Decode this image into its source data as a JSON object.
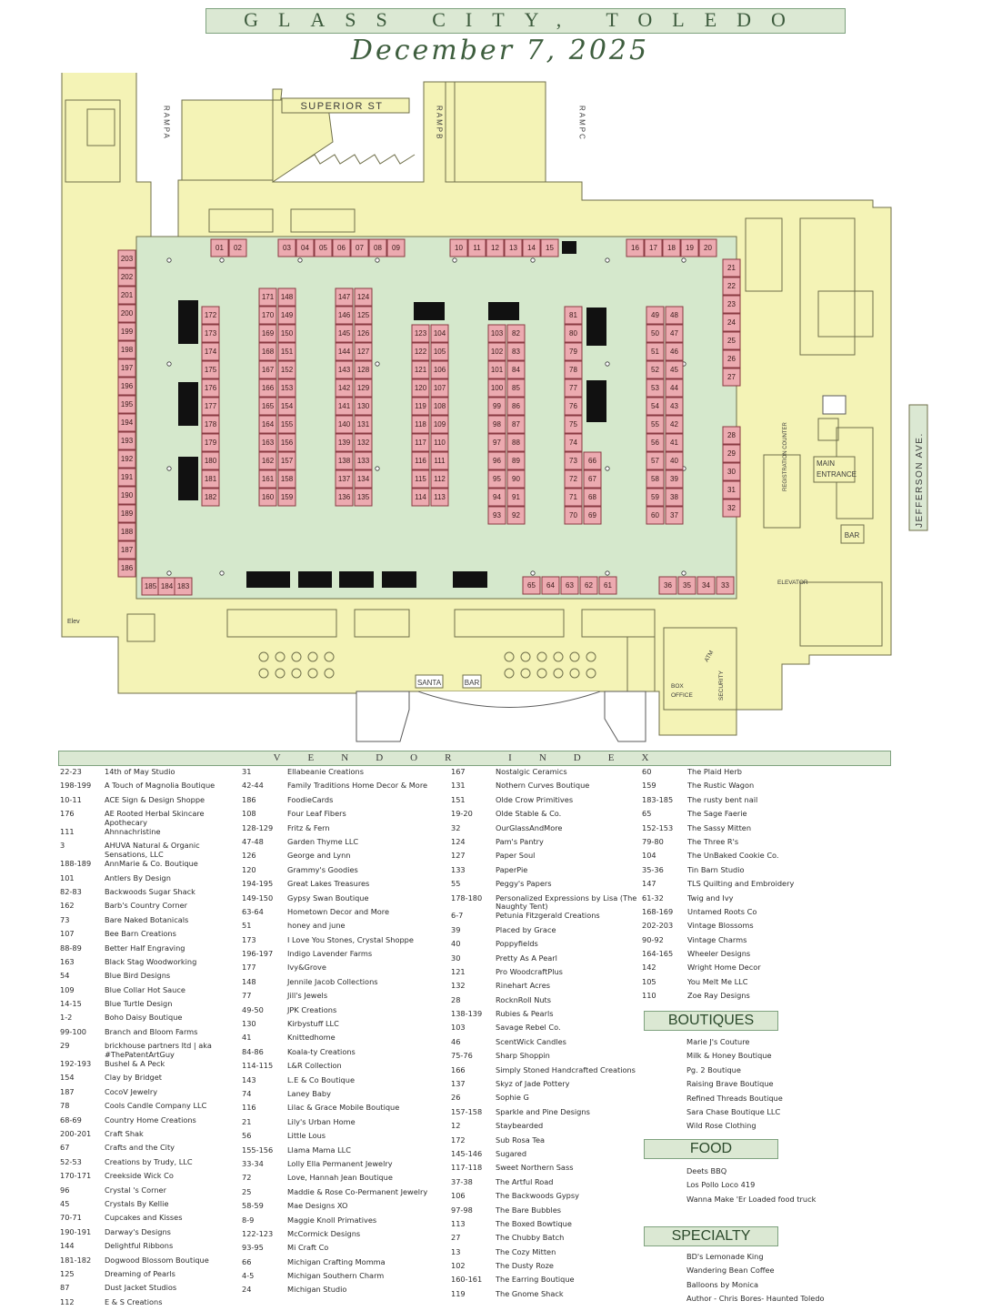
{
  "header": {
    "city": "GLASS CITY, TOLEDO",
    "date": "December 7, 2025"
  },
  "map": {
    "streets": {
      "superior": "SUPERIOR ST",
      "jefferson": "JEFFERSON AVE."
    },
    "ramps": {
      "a": "RAMPA",
      "b": "RAMPB",
      "c": "RAMPC"
    },
    "labels": {
      "registration": "REGISTRATION COUNTER",
      "main_entrance_1": "MAIN",
      "main_entrance_2": "ENTRANCE",
      "bar": "BAR",
      "elevator": "ELEVATOR",
      "elev": "Elev",
      "santa": "SANTA",
      "bar2": "BAR",
      "box_office_1": "BOX",
      "box_office_2": "OFFICE",
      "atm": "ATM",
      "security": "SECURITY"
    },
    "booths": {
      "top_left": [
        "01",
        "02"
      ],
      "top_mid": [
        "03",
        "04",
        "05",
        "06",
        "07",
        "08",
        "09"
      ],
      "top_right": [
        "10",
        "11",
        "12",
        "13",
        "14",
        "15"
      ],
      "top_far": [
        "16",
        "17",
        "18",
        "19",
        "20"
      ],
      "right_col_a": [
        "21",
        "22",
        "23",
        "24",
        "25",
        "26",
        "27"
      ],
      "right_col_b": [
        "28",
        "29",
        "30",
        "31",
        "32"
      ],
      "bottom_right": [
        "36",
        "35",
        "34",
        "33"
      ],
      "bottom_mid": [
        "65",
        "64",
        "63",
        "62",
        "61"
      ],
      "bottom_left": [
        "185",
        "184",
        "183"
      ],
      "left_col": [
        "203",
        "202",
        "201",
        "200",
        "199",
        "198",
        "197",
        "196",
        "195",
        "194",
        "193",
        "192",
        "191",
        "190",
        "189",
        "188",
        "187",
        "186"
      ],
      "row_a": [
        "172",
        "173",
        "174",
        "175",
        "176",
        "177",
        "178",
        "179",
        "180",
        "181",
        "182"
      ],
      "row_b_left": [
        "171",
        "170",
        "169",
        "168",
        "167",
        "166",
        "165",
        "164",
        "163",
        "162",
        "161",
        "160"
      ],
      "row_b_right": [
        "148",
        "149",
        "150",
        "151",
        "152",
        "153",
        "154",
        "155",
        "156",
        "157",
        "158",
        "159"
      ],
      "row_c_left": [
        "147",
        "146",
        "145",
        "144",
        "143",
        "142",
        "141",
        "140",
        "139",
        "138",
        "137",
        "136"
      ],
      "row_c_right": [
        "124",
        "125",
        "126",
        "127",
        "128",
        "129",
        "130",
        "131",
        "132",
        "133",
        "134",
        "135"
      ],
      "row_d_left": [
        "123",
        "122",
        "121",
        "120",
        "119",
        "118",
        "117",
        "116",
        "115",
        "114"
      ],
      "row_d_right": [
        "104",
        "105",
        "106",
        "107",
        "108",
        "109",
        "110",
        "111",
        "112",
        "113"
      ],
      "row_e_left": [
        "103",
        "102",
        "101",
        "100",
        "99",
        "98",
        "97",
        "96",
        "95",
        "94",
        "93"
      ],
      "row_e_right": [
        "82",
        "83",
        "84",
        "85",
        "86",
        "87",
        "88",
        "89",
        "90",
        "91",
        "92"
      ],
      "row_f": [
        "81",
        "80",
        "79",
        "78",
        "77",
        "76",
        "75",
        "74",
        "73",
        "72",
        "71",
        "70"
      ],
      "row_f_extra": [
        "66",
        "67",
        "68",
        "69"
      ],
      "row_g_left": [
        "49",
        "50",
        "51",
        "52",
        "53",
        "55",
        "56",
        "57",
        "58",
        "59",
        "60"
      ],
      "row_g_left_ids": [
        "49",
        "50",
        "51",
        "52",
        "53",
        "55",
        "56",
        "57",
        "58",
        "59",
        "60"
      ],
      "row_g_right": [
        "48",
        "47",
        "46",
        "45",
        "44",
        "43",
        "42",
        "41",
        "40",
        "39",
        "38",
        "37"
      ],
      "row_g_left_full": [
        "49",
        "50",
        "51",
        "52",
        "53",
        "54",
        "55",
        "56",
        "57",
        "58",
        "59",
        "60"
      ]
    }
  },
  "vendor_index": {
    "title": "VENDOR INDEX",
    "col1": [
      [
        "22-23",
        "14th of May Studio"
      ],
      [
        "198-199",
        "A Touch of Magnolia Boutique"
      ],
      [
        "10-11",
        "ACE Sign & Design Shoppe"
      ],
      [
        "176",
        "AE Rooted Herbal Skincare Apothecary"
      ],
      [
        "111",
        "Ahnnachristine"
      ],
      [
        "3",
        "AHUVA Natural & Organic Sensations, LLC"
      ],
      [
        "188-189",
        "AnnMarie & Co. Boutique"
      ],
      [
        "101",
        "Antlers By Design"
      ],
      [
        "82-83",
        "Backwoods Sugar Shack"
      ],
      [
        "162",
        "Barb's Country Corner"
      ],
      [
        "73",
        "Bare Naked Botanicals"
      ],
      [
        "107",
        "Bee Barn Creations"
      ],
      [
        "88-89",
        "Better Half Engraving"
      ],
      [
        "163",
        "Black Stag Woodworking"
      ],
      [
        "54",
        "Blue Bird Designs"
      ],
      [
        "109",
        "Blue Collar Hot Sauce"
      ],
      [
        "14-15",
        "Blue Turtle Design"
      ],
      [
        "1-2",
        "Boho Daisy Boutique"
      ],
      [
        "99-100",
        "Branch and Bloom Farms"
      ],
      [
        "29",
        "brickhouse partners ltd | aka #ThePatentArtGuy"
      ],
      [
        "192-193",
        "Bushel & A Peck"
      ],
      [
        "154",
        "Clay by Bridget"
      ],
      [
        "187",
        "CocoV Jewelry"
      ],
      [
        "78",
        "Cools Candle Company LLC"
      ],
      [
        "68-69",
        "Country Home Creations"
      ],
      [
        "200-201",
        "Craft Shak"
      ],
      [
        "67",
        "Crafts and the City"
      ],
      [
        "52-53",
        "Creations  by Trudy, LLC"
      ],
      [
        "170-171",
        "Creekside Wick Co"
      ],
      [
        "96",
        "Crystal 's Corner"
      ],
      [
        "45",
        "Crystals By Kellie"
      ],
      [
        "70-71",
        "Cupcakes and Kisses"
      ],
      [
        "190-191",
        "Darway's Designs"
      ],
      [
        "144",
        "Delightful Ribbons"
      ],
      [
        "181-182",
        "Dogwood Blossom Boutique"
      ],
      [
        "125",
        "Dreaming of Pearls"
      ],
      [
        "87",
        "Dust Jacket Studios"
      ],
      [
        "112",
        "E & S Creations"
      ]
    ],
    "col2": [
      [
        "31",
        "Ellabeanie Creations"
      ],
      [
        "42-44",
        "Family Traditions Home Decor & More"
      ],
      [
        "186",
        "FoodieCards"
      ],
      [
        "108",
        "Four Leaf Fibers"
      ],
      [
        "128-129",
        "Fritz & Fern"
      ],
      [
        "47-48",
        "Garden Thyme  LLC"
      ],
      [
        "126",
        "George and Lynn"
      ],
      [
        "120",
        "Grammy's Goodies"
      ],
      [
        "194-195",
        "Great Lakes Treasures"
      ],
      [
        "149-150",
        "Gypsy Swan Boutique"
      ],
      [
        "63-64",
        "Hometown Decor and More"
      ],
      [
        "51",
        "honey and june"
      ],
      [
        "173",
        "I Love You Stones, Crystal Shoppe"
      ],
      [
        "196-197",
        "Indigo Lavender Farms"
      ],
      [
        "177",
        "Ivy&Grove"
      ],
      [
        "148",
        "Jennile Jacob Collections"
      ],
      [
        "77",
        "Jill's Jewels"
      ],
      [
        "49-50",
        "JPK Creations"
      ],
      [
        "130",
        "Kirbystuff LLC"
      ],
      [
        "41",
        "Knittedhome"
      ],
      [
        "84-86",
        "Koala-ty Creations"
      ],
      [
        "114-115",
        "L&R Collection"
      ],
      [
        "143",
        "L.E & Co Boutique"
      ],
      [
        "74",
        "Laney Baby"
      ],
      [
        "116",
        "Lilac & Grace Mobile Boutique"
      ],
      [
        "21",
        "Lily's Urban Home"
      ],
      [
        "56",
        "Little Lous"
      ],
      [
        "155-156",
        "Llama Mama LLC"
      ],
      [
        "33-34",
        "Lolly Ella Permanent Jewelry"
      ],
      [
        "72",
        "Love, Hannah Jean Boutique"
      ],
      [
        "25",
        "Maddie & Rose Co-Permanent Jewelry"
      ],
      [
        "58-59",
        "Mae Designs XO"
      ],
      [
        "8-9",
        "Maggie Knoll Primatives"
      ],
      [
        "122-123",
        "McCormick Designs"
      ],
      [
        "93-95",
        "Mi Craft Co"
      ],
      [
        "66",
        "Michigan Crafting Momma"
      ],
      [
        "4-5",
        "Michigan Southern Charm"
      ],
      [
        "24",
        "Michigan Studio"
      ]
    ],
    "col3": [
      [
        "167",
        "Nostalgic Ceramics"
      ],
      [
        "131",
        "Nothern Curves Boutique"
      ],
      [
        "151",
        "Olde Crow Primitives"
      ],
      [
        "19-20",
        "Olde Stable & Co."
      ],
      [
        "32",
        "OurGlassAndMore"
      ],
      [
        "124",
        "Pam's Pantry"
      ],
      [
        "127",
        "Paper Soul"
      ],
      [
        "133",
        "PaperPie"
      ],
      [
        "55",
        "Peggy's Papers"
      ],
      [
        "178-180",
        "Personalized Expressions by Lisa (The Naughty Tent)"
      ],
      [
        "6-7",
        "Petunia Fitzgerald Creations"
      ],
      [
        "39",
        "Placed by Grace"
      ],
      [
        "40",
        "Poppyfields"
      ],
      [
        "30",
        "Pretty As A Pearl"
      ],
      [
        "121",
        "Pro WoodcraftPlus"
      ],
      [
        "132",
        "Rinehart Acres"
      ],
      [
        "28",
        "RocknRoll Nuts"
      ],
      [
        "138-139",
        "Rubies & Pearls"
      ],
      [
        "103",
        "Savage Rebel Co."
      ],
      [
        "46",
        "ScentWick Candles"
      ],
      [
        "75-76",
        "Sharp Shoppin"
      ],
      [
        "166",
        "Simply Stoned Handcrafted Creations"
      ],
      [
        "137",
        "Skyz of Jade Pottery"
      ],
      [
        "26",
        "Sophie G"
      ],
      [
        "157-158",
        "Sparkle and Pine Designs"
      ],
      [
        "12",
        "Staybearded"
      ],
      [
        "172",
        "Sub Rosa Tea"
      ],
      [
        "145-146",
        "Sugared"
      ],
      [
        "117-118",
        "Sweet Northern Sass"
      ],
      [
        "37-38",
        "The Artful Road"
      ],
      [
        "106",
        "The Backwoods Gypsy"
      ],
      [
        "97-98",
        "The Bare Bubbles"
      ],
      [
        "113",
        "The Boxed Bowtique"
      ],
      [
        "27",
        "The Chubby Batch"
      ],
      [
        "13",
        "The Cozy Mitten"
      ],
      [
        "102",
        "The Dusty Roze"
      ],
      [
        "160-161",
        "The Earring Boutique"
      ],
      [
        "119",
        "The Gnome Shack"
      ]
    ],
    "col4": [
      [
        "60",
        "The Plaid Herb"
      ],
      [
        "159",
        "The Rustic Wagon"
      ],
      [
        "183-185",
        "The rusty bent nail"
      ],
      [
        "65",
        "The Sage Faerie"
      ],
      [
        "152-153",
        "The Sassy Mitten"
      ],
      [
        "79-80",
        "The Three R's"
      ],
      [
        "104",
        "The UnBaked Cookie Co."
      ],
      [
        "35-36",
        "Tin Barn Studio"
      ],
      [
        "147",
        "TLS Quilting and Embroidery"
      ],
      [
        "61-32",
        "Twig and Ivy"
      ],
      [
        "168-169",
        "Untamed Roots Co"
      ],
      [
        "202-203",
        "Vintage Blossoms"
      ],
      [
        "90-92",
        "Vintage Charms"
      ],
      [
        "164-165",
        "Wheeler Designs"
      ],
      [
        "142",
        "Wright Home Decor"
      ],
      [
        "105",
        "You Melt Me LLC"
      ],
      [
        "110",
        "Zoe Ray Designs"
      ]
    ],
    "boutiques": {
      "title": "BOUTIQUES",
      "items": [
        "Marie J's Couture",
        "Milk & Honey Boutique",
        "Pg. 2 Boutique",
        "Raising Brave Boutique",
        "Refined Threads Boutique",
        "Sara Chase Boutique LLC",
        "Wild Rose Clothing"
      ]
    },
    "food": {
      "title": "FOOD",
      "items": [
        "Deets BBQ",
        "Los Pollo Loco 419",
        "Wanna Make 'Er Loaded food truck"
      ]
    },
    "specialty": {
      "title": "SPECIALTY",
      "items": [
        "BD's Lemonade King",
        "Wandering Bean Coffee",
        "Balloons by Monica",
        "Author - Chris Bores- Haunted Toledo"
      ]
    }
  }
}
